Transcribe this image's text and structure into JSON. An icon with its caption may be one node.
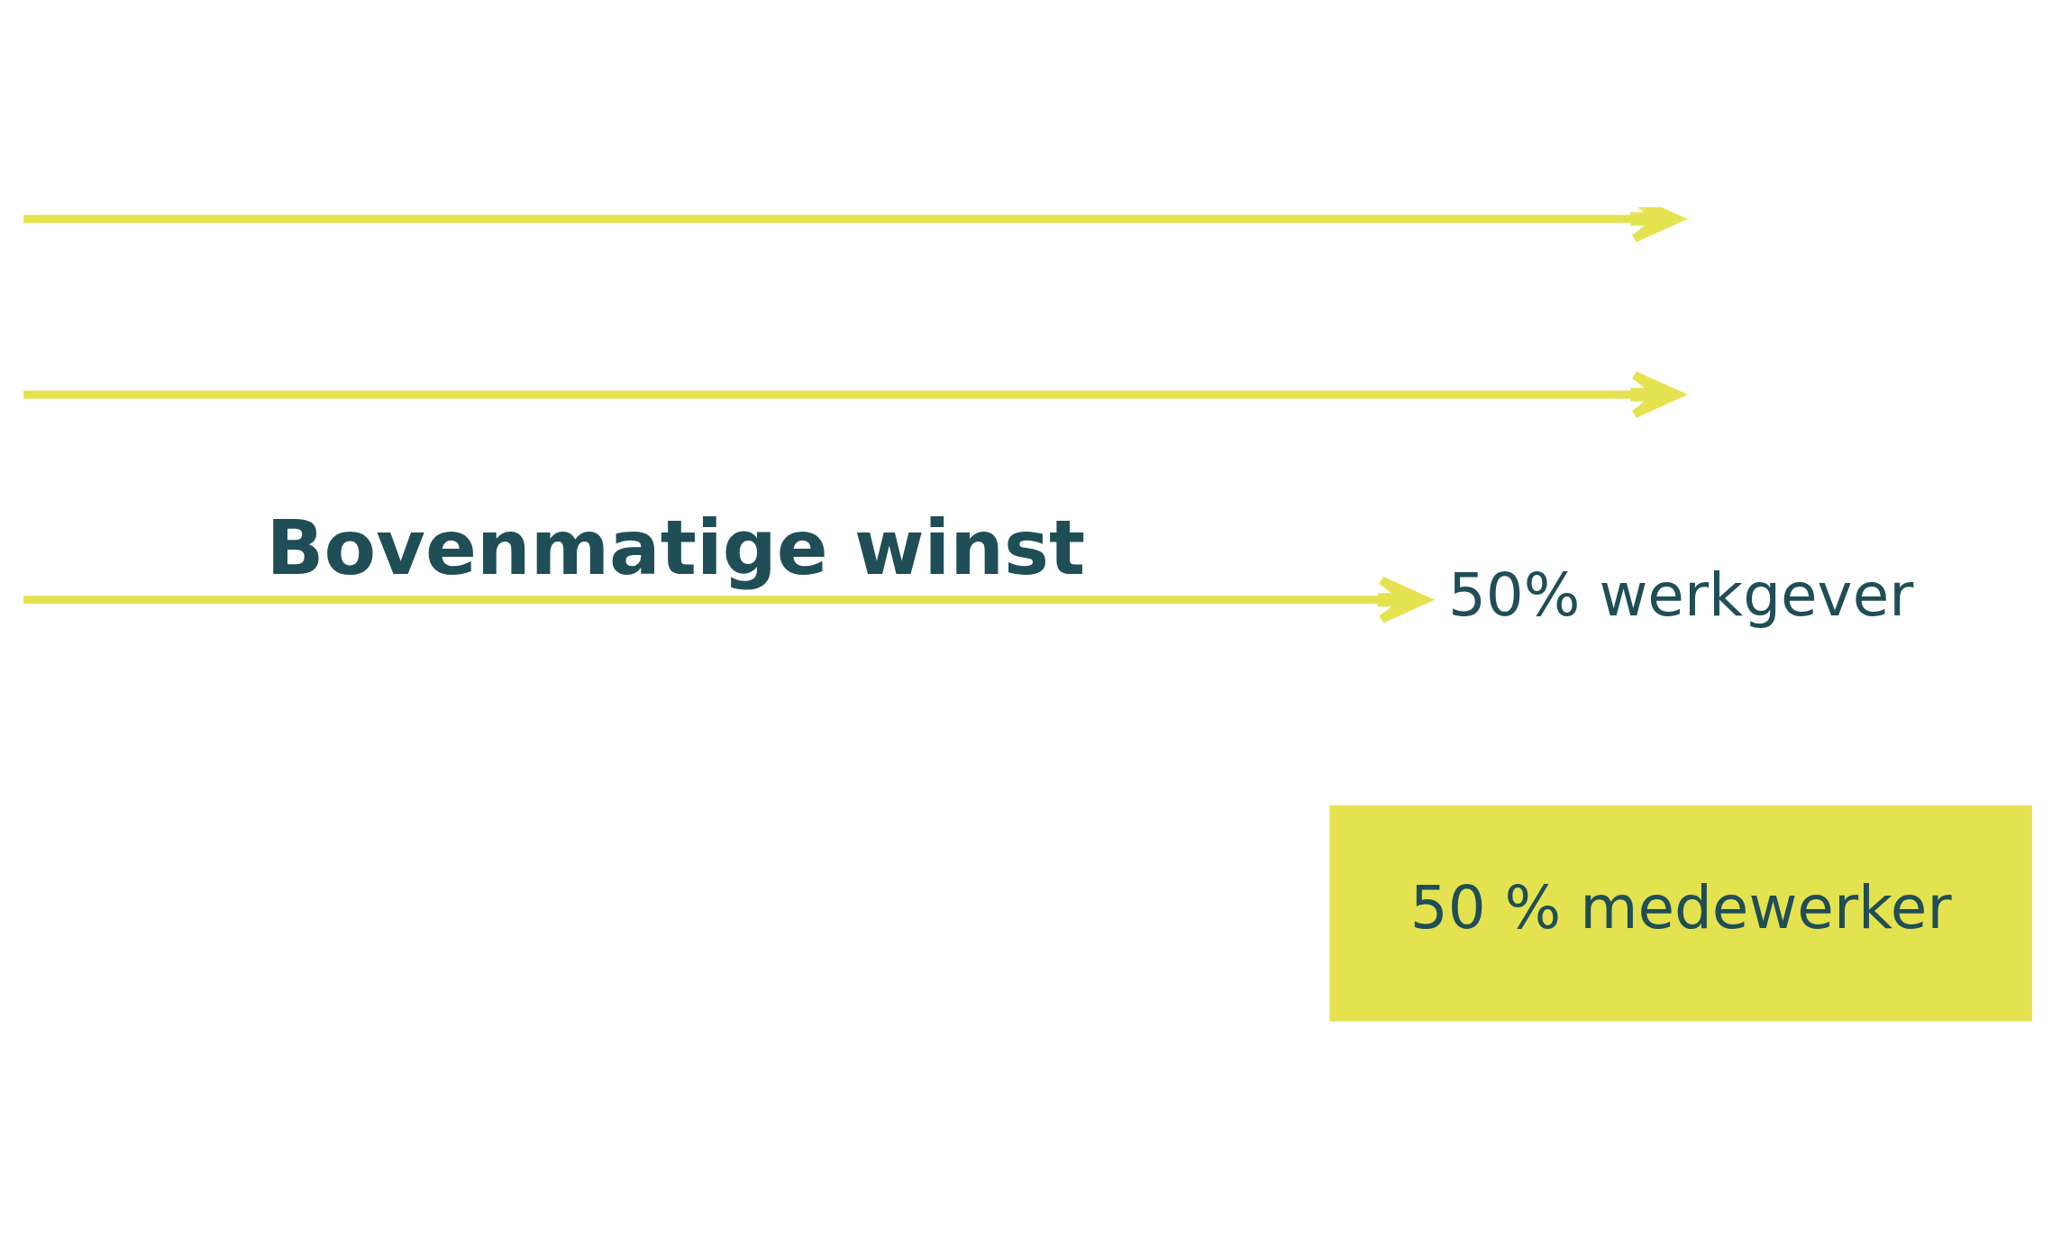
{
  "diagram": {
    "nodes": [
      {
        "text": [
          "50 % medewerker"
        ]
      },
      {
        "text": [
          "50% werkgever"
        ]
      }
    ],
    "edges": [
      {
        "from": null,
        "to": 1,
        "arrow": "to",
        "label": "Bovenmatige winst"
      }
    ]
  }
}
